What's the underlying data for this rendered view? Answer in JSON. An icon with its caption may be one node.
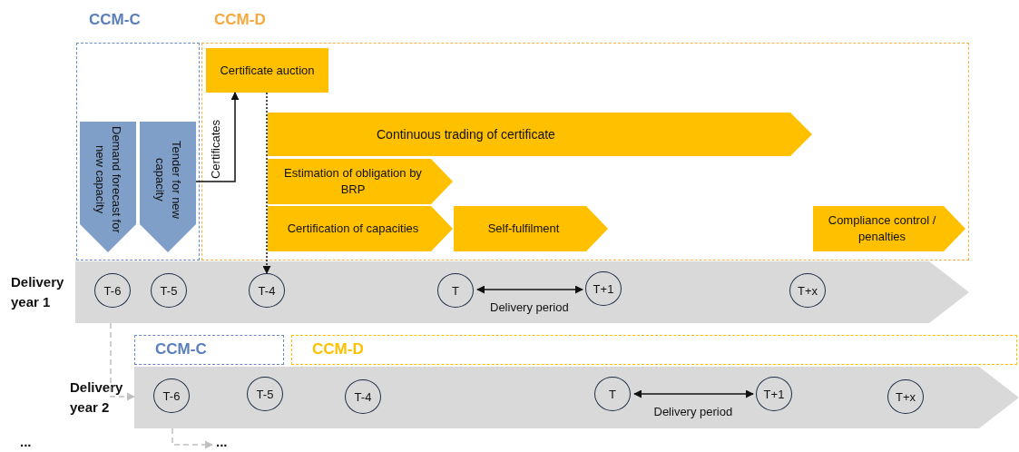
{
  "diagram": {
    "nodes": [
      {
        "text": [
          "CCM-C"
        ]
      },
      {
        "text": [
          "Demand forecast for new capacity"
        ],
        "in": 0
      },
      {
        "text": [
          "Tender for new capacity"
        ],
        "in": 0
      },
      {
        "text": [
          "CCM-D"
        ]
      },
      {
        "text": [
          "Certificate auction"
        ],
        "in": 3
      },
      {
        "text": [
          "Continuous trading of certificate"
        ],
        "in": 3
      },
      {
        "text": [
          "Estimation of obligation by BRP"
        ],
        "in": 3
      },
      {
        "text": [
          "Certification of capacities"
        ],
        "in": 3
      },
      {
        "text": [
          "Self-fulfilment"
        ],
        "in": 3
      },
      {
        "text": [
          "Compliance control / penalties"
        ],
        "in": 3
      },
      {
        "text": [
          "Delivery year 1"
        ]
      },
      {
        "text": [
          "T-6"
        ],
        "in": 10
      },
      {
        "text": [
          "T-5"
        ],
        "in": 10
      },
      {
        "text": [
          "T-4"
        ],
        "in": 10
      },
      {
        "text": [
          "T"
        ],
        "in": 10
      },
      {
        "text": [
          "T+1"
        ],
        "in": 10
      },
      {
        "text": [
          "T+x"
        ],
        "in": 10
      },
      {
        "text": [
          "CCM-C"
        ]
      },
      {
        "text": [
          "CCM-D"
        ]
      },
      {
        "text": [
          "Delivery year 2"
        ]
      },
      {
        "text": [
          "T-6"
        ],
        "in": 19
      },
      {
        "text": [
          "T-5"
        ],
        "in": 19
      },
      {
        "text": [
          "T-4"
        ],
        "in": 19
      },
      {
        "text": [
          "T"
        ],
        "in": 19
      },
      {
        "text": [
          "T+1"
        ],
        "in": 19
      },
      {
        "text": [
          "T+x"
        ],
        "in": 19
      },
      {
        "text": [
          "..."
        ]
      }
    ],
    "edges": [
      {
        "from": 2,
        "to": 4,
        "arrow": "to",
        "label": "Certificates"
      },
      {
        "from": 4,
        "to": 13,
        "arrow": "to",
        "style": "dashed"
      },
      {
        "from": 14,
        "to": 15,
        "arrow": "both",
        "label": "Delivery period"
      },
      {
        "from": 23,
        "to": 24,
        "arrow": "both",
        "label": "Delivery period"
      },
      {
        "from": 10,
        "to": 19,
        "arrow": "to",
        "style": "dashed",
        "color": "#bfbfbf"
      },
      {
        "from": 19,
        "to": 26,
        "arrow": "to",
        "style": "dashed",
        "color": "#bfbfbf"
      }
    ],
    "labels": [
      "..."
    ]
  }
}
